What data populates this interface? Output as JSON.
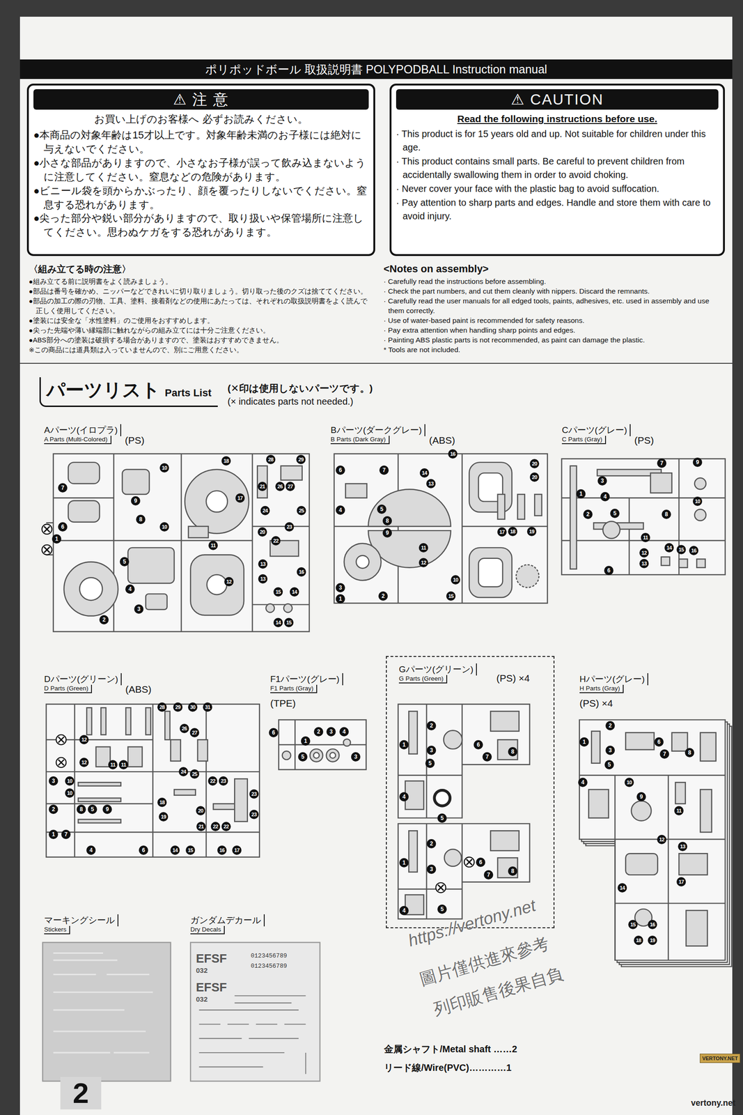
{
  "diagram": {
    "title": "ポリポッドボール 取扱説明書 POLYPODBALL Instruction manual",
    "nodes": [
      {
        "text": [
          "⚠ 注 意",
          "お買い上げのお客様へ 必ずお読みください。",
          "●本商品の対象年齢は15才以上です。対象年齢未満のお子様には絶対に与えないでください。",
          "●小さな部品がありますので、小さなお子様が誤って飲み込まないように注意してください。窒息などの危険があります。",
          "●ビニール袋を頭からかぶったり、顔を覆ったりしないでください。窒息する恐れがあります。",
          "●尖った部分や鋭い部分がありますので、取り扱いや保管場所に注意してください。思わぬケガをする恐れがあります。"
        ]
      },
      {
        "text": [
          "⚠ CAUTION",
          "Read the following instructions before use.",
          "· This product is for 15 years old and up. Not suitable for children under this age.",
          "· This product contains small parts. Be careful to prevent children from accidentally swallowing them in order to avoid choking.",
          "· Never cover your face with the plastic bag to avoid suffocation.",
          "· Pay attention to sharp parts and edges. Handle and store them with care to avoid injury."
        ]
      },
      {
        "text": [
          "パーツリスト",
          "Parts List"
        ]
      },
      {
        "text": [
          "Gパーツ(グリーン)",
          "G Parts (Green)",
          "(PS) ×4"
        ]
      },
      {
        "text": [
          "2"
        ]
      }
    ],
    "labels": [
      "〈組み立てる時の注意〉",
      "●組み立てる前に説明書をよく読みましょう。",
      "●部品は番号を確かめ、ニッパーなどできれいに切り取りましょう。切り取った後のクズは捨ててください。",
      "●部品の加工の際の刃物、工具、塗料、接着剤などの使用にあたっては、それぞれの取扱説明書をよく読んで正しく使用してください。",
      "●塗装には安全な「水性塗料」のご使用をおすすめします。",
      "●尖った先端や薄い縁端部に触れながらの組み立てには十分ご注意ください。",
      "●ABS部分への塗装は破損する場合がありますので、塗装はおすすめできません。",
      "※この商品には道具類は入っていませんので、別にご用意ください。",
      "<Notes on assembly>",
      "· Carefully read the instructions before assembling.",
      "· Check the part numbers, and cut them cleanly with nippers. Discard the remnants.",
      "· Carefully read the user manuals for all edged tools, paints, adhesives, etc. used in assembly and use them correctly.",
      "· Use of water-based paint is recommended for safety reasons.",
      "· Pay extra attention when handling sharp points and edges.",
      "· Painting ABS plastic parts is not recommended, as paint can damage the plastic.",
      "* Tools are not included.",
      "(✕印は使用しないパーツです。)",
      "(× indicates parts not needed.)",
      "Aパーツ(イロプラ)",
      "A Parts (Multi-Colored)",
      "(PS)",
      "Bパーツ(ダークグレー)",
      "B Parts (Dark Gray)",
      "(ABS)",
      "Cパーツ(グレー)",
      "C Parts (Gray)",
      "(PS)",
      "Dパーツ(グリーン)",
      "D Parts (Green)",
      "(ABS)",
      "F1パーツ(グレー)",
      "F1 Parts (Gray)",
      "(TPE)",
      "Hパーツ(グレー)",
      "H Parts (Gray)",
      "(PS) ×4",
      "マーキングシール",
      "Stickers",
      "ガンダムデカール",
      "Dry Decals",
      "EFSF",
      "032",
      "EFSF",
      "032",
      "0123456789",
      "0123456789",
      "金属シャフト/Metal shaft ……2",
      "リード線/Wire(PVC)…………1",
      "https://vertony.net",
      "圖片僅供進來參考",
      "列印販售後果自負",
      "VERTONY.NET",
      "vertony.net",
      "7",
      "6",
      "1",
      "5",
      "2",
      "3",
      "4",
      "9",
      "8",
      "10",
      "10",
      "11",
      "12",
      "18",
      "17",
      "28",
      "29",
      "21",
      "26",
      "27",
      "24",
      "25",
      "20",
      "22",
      "23",
      "13",
      "16",
      "13",
      "15",
      "14",
      "14",
      "15",
      "6",
      "7",
      "16",
      "14",
      "13",
      "20",
      "20",
      "4",
      "5",
      "8",
      "9",
      "11",
      "12",
      "3",
      "1",
      "2",
      "10",
      "15",
      "17",
      "18",
      "19",
      "1",
      "2",
      "3",
      "4",
      "5",
      "6",
      "7",
      "8",
      "9",
      "10",
      "11",
      "12",
      "13",
      "14",
      "15",
      "16",
      "28",
      "29",
      "30",
      "31",
      "26",
      "27",
      "24",
      "25",
      "12",
      "12",
      "11",
      "11",
      "3",
      "10",
      "10",
      "2",
      "8",
      "5",
      "9",
      "1",
      "7",
      "4",
      "6",
      "14",
      "15",
      "16",
      "17",
      "18",
      "19",
      "20",
      "21",
      "22",
      "22",
      "22",
      "23",
      "23",
      "23",
      "6",
      "1",
      "2",
      "3",
      "4",
      "5",
      "3",
      "2",
      "1",
      "3",
      "5",
      "6",
      "7",
      "8",
      "4",
      "5",
      "2",
      "1",
      "3",
      "6",
      "7",
      "8",
      "4",
      "5",
      "1",
      "2",
      "3",
      "5",
      "6",
      "7",
      "8",
      "4",
      "10",
      "9",
      "11",
      "12",
      "13",
      "17",
      "14",
      "15",
      "16",
      "18",
      "19"
    ]
  }
}
